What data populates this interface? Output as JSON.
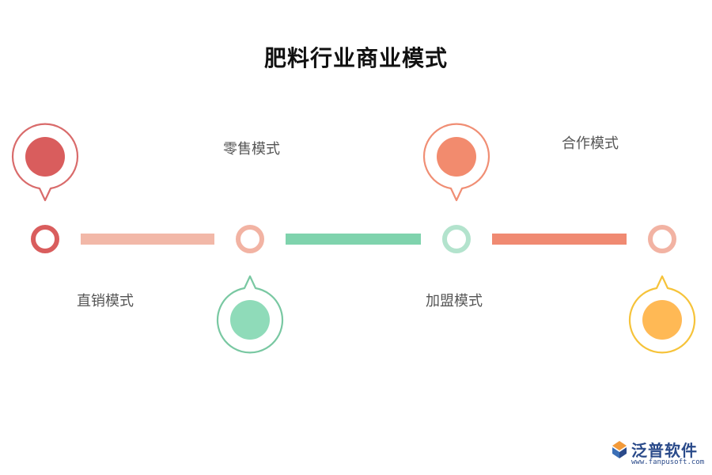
{
  "title": "肥料行业商业模式",
  "modes": [
    {
      "label": "直销模式",
      "pin_color": "#d95d5d",
      "pin_outline": "#d96b6b",
      "node_color": "#d95d5d",
      "pin_side": "above"
    },
    {
      "label": "零售模式",
      "pin_color": "#8fdbb9",
      "pin_outline": "#79c8a2",
      "node_color": "#f2b3a3",
      "pin_side": "below"
    },
    {
      "label": "加盟模式",
      "pin_color": "#f28b6e",
      "pin_outline": "#f08e74",
      "node_color": "#b3e3cd",
      "pin_side": "above"
    },
    {
      "label": "合作模式",
      "pin_color": "#ffb955",
      "pin_outline": "#f6c33a",
      "node_color": "#f2b3a3",
      "pin_side": "below"
    }
  ],
  "connectors": [
    {
      "color": "#f2b8a8"
    },
    {
      "color": "#7fd3ad"
    },
    {
      "color": "#f08a72"
    }
  ],
  "brand": {
    "name": "泛普软件",
    "url": "www.fanpusoft.com",
    "logo_icon": "fanpu-logo-icon"
  }
}
